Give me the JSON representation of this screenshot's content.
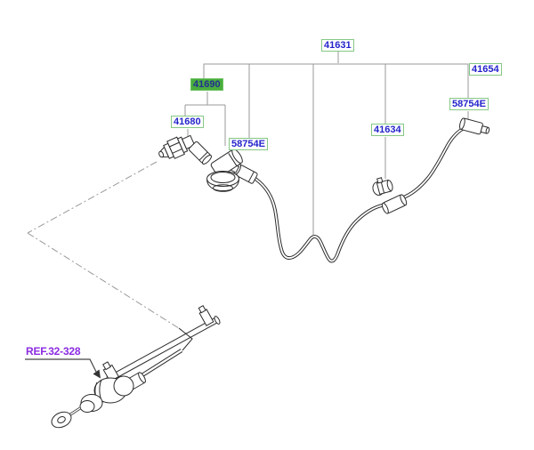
{
  "colors": {
    "label_text": "#2424cc",
    "label_border": "#84c884",
    "highlight_bg": "#4aad3f",
    "highlight_border": "#6cc25f",
    "highlight_text": "#223090",
    "ref_text": "#8b2be2",
    "leader": "#9a9a9a",
    "art": "#2b2b2b"
  },
  "labels": {
    "p41631": "41631",
    "p41654": "41654",
    "p41690": "41690",
    "p41680": "41680",
    "p58754e_a": "58754E",
    "p41634": "41634",
    "p58754e_b": "58754E",
    "ref_link": "REF.32-328"
  }
}
